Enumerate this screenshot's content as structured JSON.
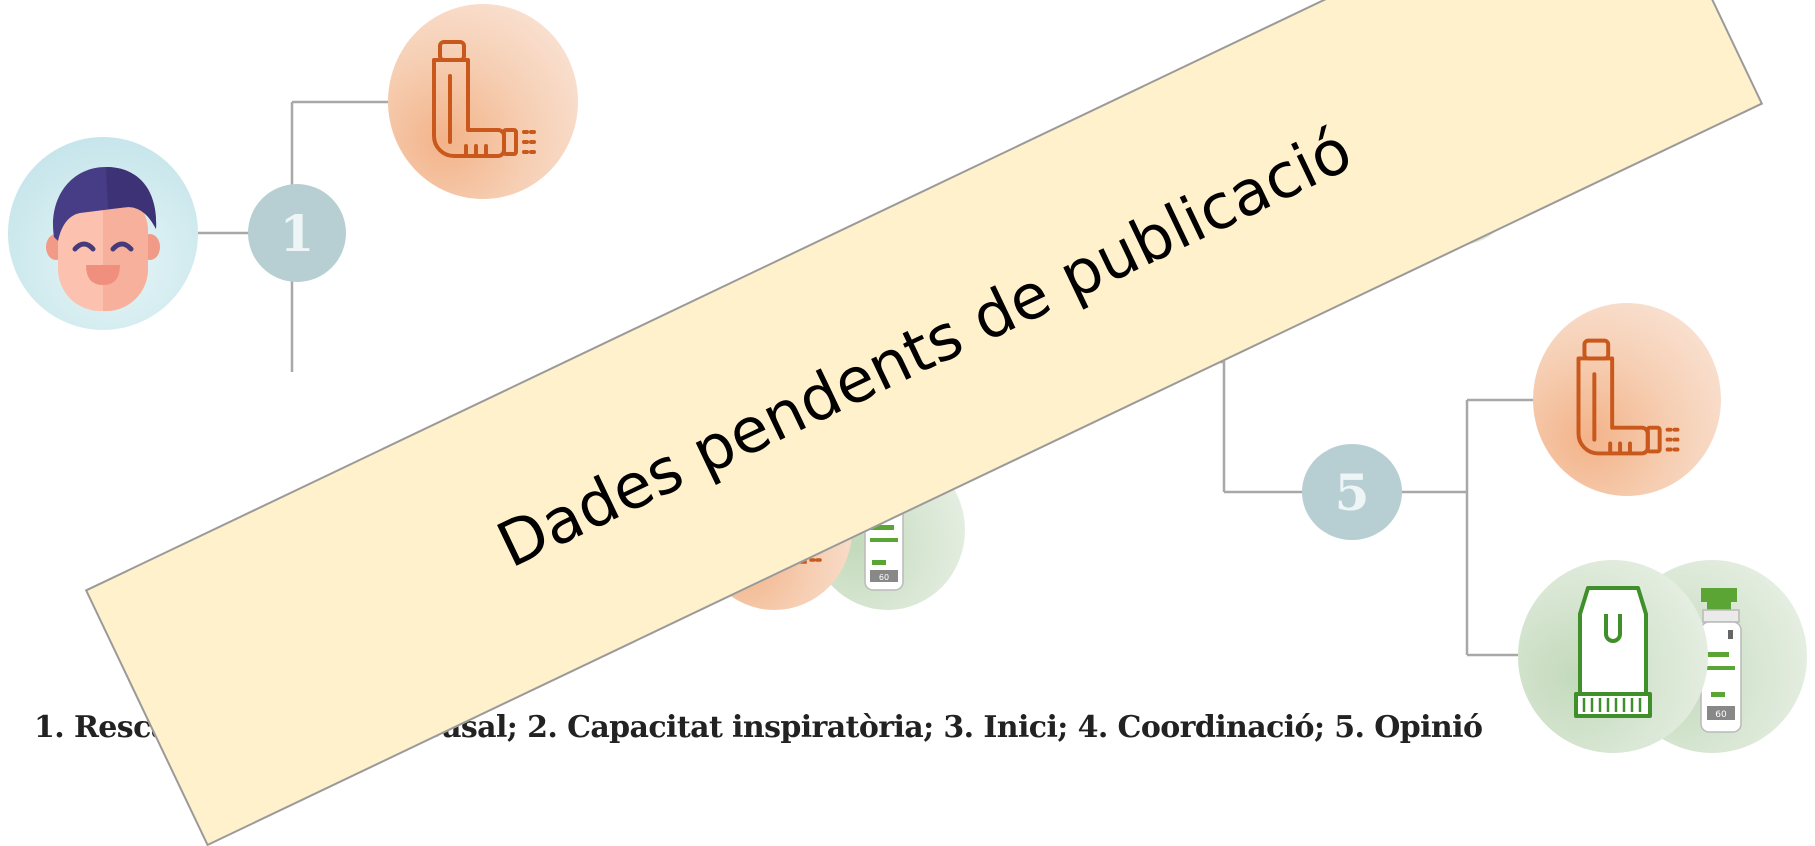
{
  "diagram": {
    "steps": [
      {
        "number": "1"
      },
      {
        "number": "5"
      }
    ],
    "colors": {
      "connector": "#a8a8a8",
      "step_node": "#b7cfd3",
      "inhaler_orange": "#c8581c",
      "inhaler_green": "#5aa534",
      "banner_fill": "#fff1cc"
    }
  },
  "caption": {
    "text_left": "1. Rescat",
    "text_right": "ent basal; 2. Capacitat inspiratòria; 3. Inici; 4. Coordinació; 5. Opinió"
  },
  "overlay": {
    "text": "Dades pendents de publicació"
  },
  "devices": {
    "counter_label": "60"
  }
}
